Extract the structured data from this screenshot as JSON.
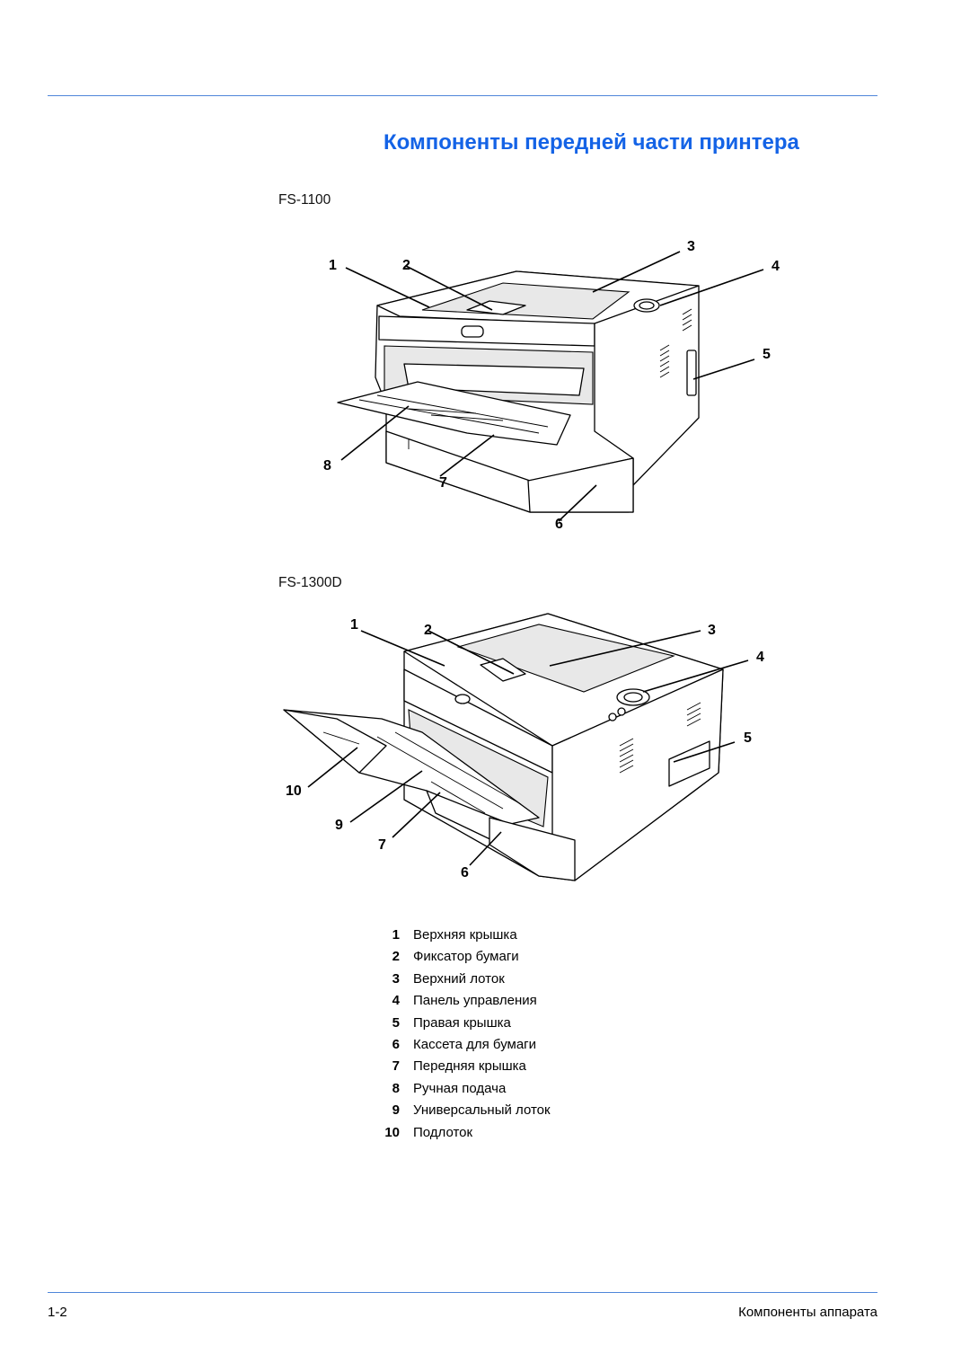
{
  "page": {
    "title": "Компоненты передней части принтера"
  },
  "figures": [
    {
      "model": "FS-1100",
      "callouts": [
        "1",
        "2",
        "3",
        "4",
        "5",
        "6",
        "7",
        "8"
      ]
    },
    {
      "model": "FS-1300D",
      "callouts": [
        "1",
        "2",
        "3",
        "4",
        "5",
        "6",
        "7",
        "9",
        "10"
      ]
    }
  ],
  "legend": [
    {
      "num": "1",
      "label": "Верхняя крышка"
    },
    {
      "num": "2",
      "label": "Фиксатор бумаги"
    },
    {
      "num": "3",
      "label": "Верхний лоток"
    },
    {
      "num": "4",
      "label": "Панель управления"
    },
    {
      "num": "5",
      "label": "Правая крышка"
    },
    {
      "num": "6",
      "label": "Кассета для бумаги"
    },
    {
      "num": "7",
      "label": "Передняя крышка"
    },
    {
      "num": "8",
      "label": "Ручная подача"
    },
    {
      "num": "9",
      "label": "Универсальный лоток"
    },
    {
      "num": "10",
      "label": "Подлоток"
    }
  ],
  "footer": {
    "page_number": "1-2",
    "section": "Компоненты аппарата"
  },
  "colors": {
    "accent": "#1463e6",
    "rule": "#4f86d9"
  }
}
